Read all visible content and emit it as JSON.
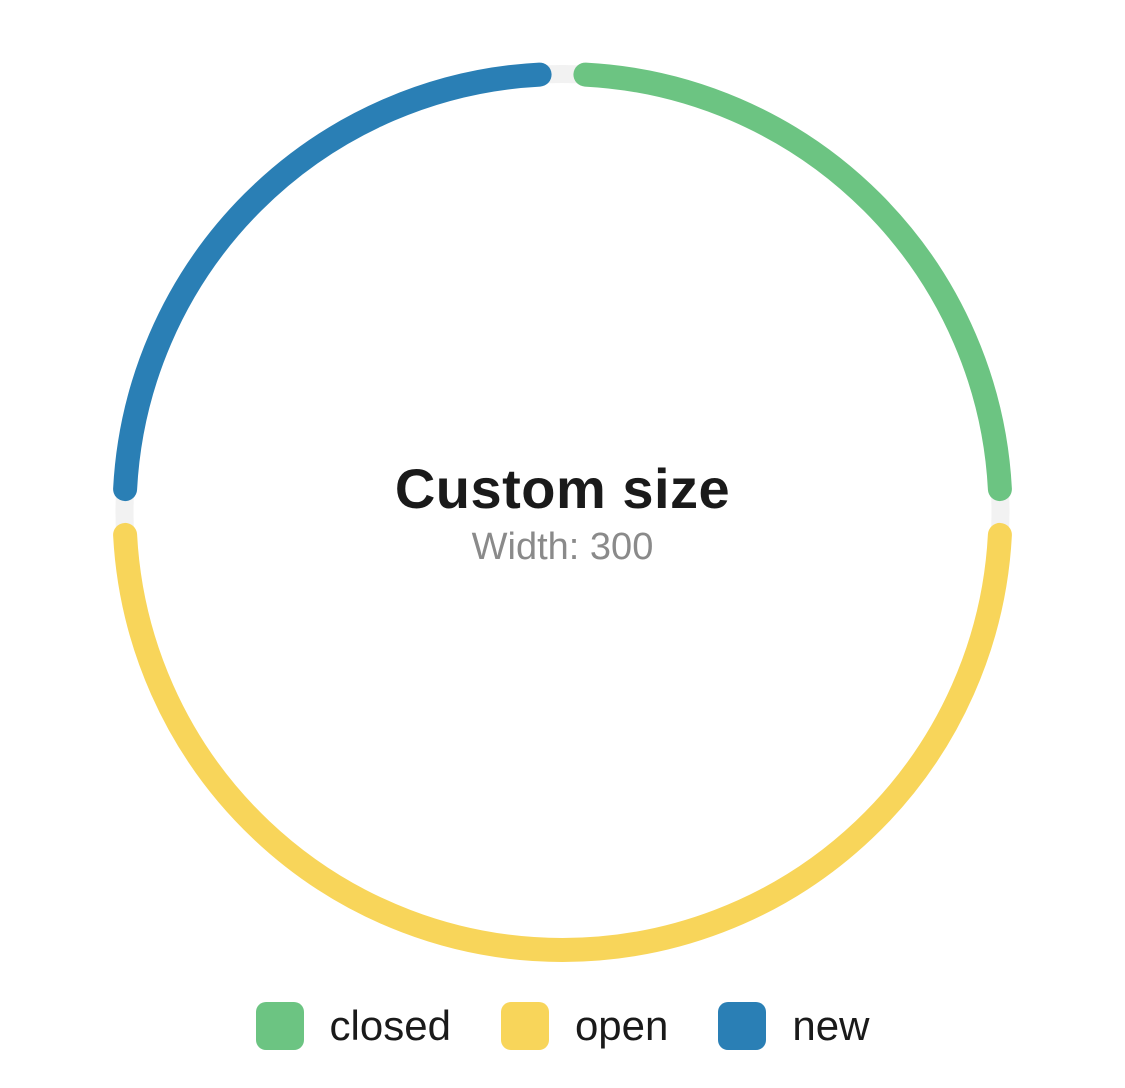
{
  "chart_data": {
    "type": "pie",
    "variant": "donut",
    "title": "Custom size",
    "subtitle": "Width: 300",
    "categories": [
      "closed",
      "open",
      "new"
    ],
    "values": [
      25,
      50,
      25
    ],
    "colors": [
      "#6cc482",
      "#f8d55a",
      "#2a7fb5"
    ],
    "track_color": "#f2f2f2",
    "legend_position": "bottom"
  },
  "legend": {
    "items": [
      {
        "label": "closed",
        "color": "#6cc482"
      },
      {
        "label": "open",
        "color": "#f8d55a"
      },
      {
        "label": "new",
        "color": "#2a7fb5"
      }
    ]
  }
}
